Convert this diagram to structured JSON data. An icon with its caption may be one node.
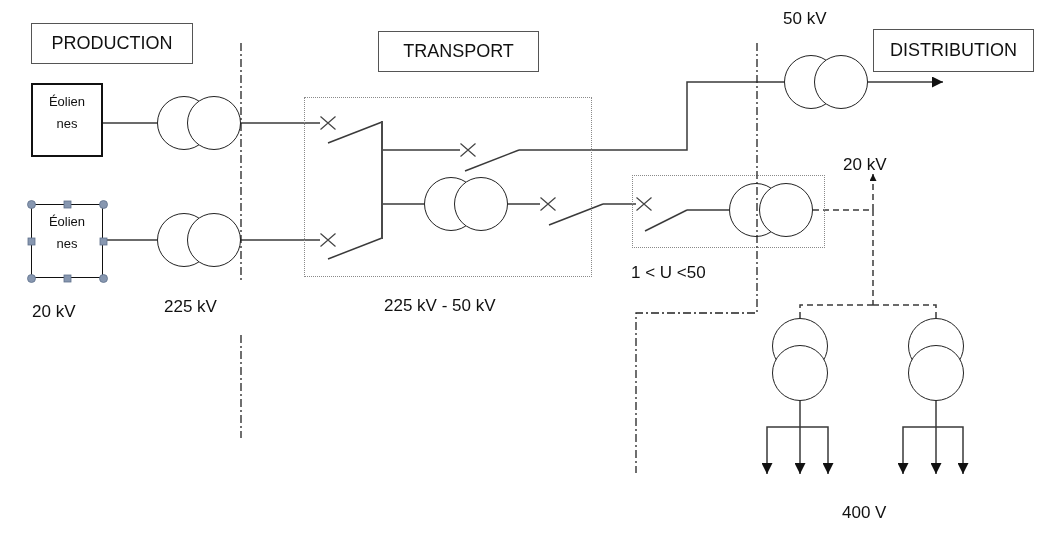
{
  "diagram": {
    "nodes": [
      {
        "text": [
          "PRODUCTION"
        ]
      },
      {
        "text": [
          "TRANSPORT"
        ]
      },
      {
        "text": [
          "DISTRIBUTION"
        ]
      },
      {
        "text": [
          "Éolien nes"
        ]
      },
      {
        "text": [
          "Éolien nes"
        ],
        "beside": [
          "20 kV"
        ]
      },
      {
        "text": [],
        "shape": "circle"
      },
      {
        "text": [],
        "shape": "circle",
        "beside": [
          "225 kV"
        ]
      },
      {
        "text": [],
        "shape": "box",
        "beside": [
          "225 kV - 50 kV"
        ]
      },
      {
        "text": [],
        "shape": "switch",
        "in": 7
      },
      {
        "text": [],
        "shape": "switch",
        "in": 7
      },
      {
        "text": [],
        "shape": "bar",
        "in": 7
      },
      {
        "text": [],
        "shape": "switch",
        "in": 7
      },
      {
        "text": [],
        "shape": "circle",
        "in": 7
      },
      {
        "text": [],
        "shape": "switch"
      },
      {
        "text": [],
        "shape": "circle",
        "beside": [
          "50 kV"
        ]
      },
      {
        "text": [],
        "shape": "box",
        "beside": [
          "1 < U <50"
        ]
      },
      {
        "text": [],
        "shape": "switch",
        "in": 15
      },
      {
        "text": [],
        "shape": "circle",
        "in": 15
      },
      {
        "text": [
          "20 kV"
        ]
      },
      {
        "text": [],
        "shape": "circle"
      },
      {
        "text": [],
        "shape": "circle"
      }
    ],
    "edges": [
      {
        "from": 3,
        "to": 5,
        "arrow": "none"
      },
      {
        "from": 4,
        "to": 6,
        "arrow": "none"
      },
      {
        "from": 5,
        "to": 8,
        "arrow": "none"
      },
      {
        "from": 6,
        "to": 9,
        "arrow": "none"
      },
      {
        "from": 10,
        "to": 11,
        "arrow": "none"
      },
      {
        "from": 11,
        "to": 14,
        "arrow": "none"
      },
      {
        "from": 10,
        "to": 12,
        "arrow": "none"
      },
      {
        "from": 12,
        "to": 13,
        "arrow": "none"
      },
      {
        "from": 13,
        "to": 16,
        "arrow": "none"
      },
      {
        "from": 16,
        "to": 17,
        "arrow": "none"
      },
      {
        "from": 14,
        "to": 2,
        "arrow": "to"
      },
      {
        "from": 17,
        "to": 18,
        "arrow": "to",
        "style": "dashed"
      },
      {
        "from": 17,
        "to": 19,
        "arrow": "none",
        "style": "dashed"
      },
      {
        "from": 17,
        "to": 20,
        "arrow": "none",
        "style": "dashed"
      },
      {
        "from": 19,
        "to": null,
        "arrow": "to"
      },
      {
        "from": 19,
        "to": null,
        "arrow": "to"
      },
      {
        "from": 19,
        "to": null,
        "arrow": "to"
      },
      {
        "from": 20,
        "to": null,
        "arrow": "to"
      },
      {
        "from": 20,
        "to": null,
        "arrow": "to"
      },
      {
        "from": 20,
        "to": null,
        "arrow": "to"
      }
    ],
    "labels": [
      "400 V"
    ]
  }
}
